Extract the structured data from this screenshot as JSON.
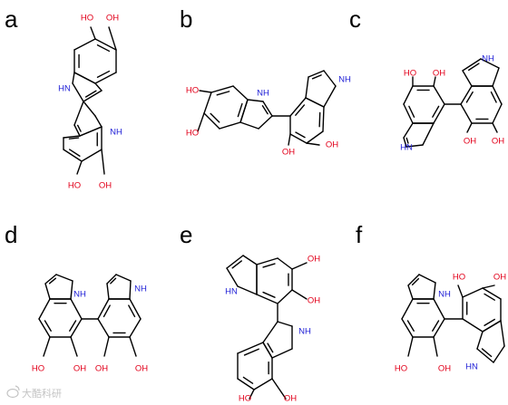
{
  "colors": {
    "bond": "#000000",
    "oxygen": "#e2001a",
    "nitrogen": "#1f1fd6",
    "watermark": "#c4c4c4"
  },
  "labels": {
    "oh": "OH",
    "ho": "HO",
    "nh": "NH",
    "hn": "HN"
  },
  "panels": [
    {
      "label": "a"
    },
    {
      "label": "b"
    },
    {
      "label": "c"
    },
    {
      "label": "d"
    },
    {
      "label": "e"
    },
    {
      "label": "f"
    }
  ],
  "watermark": "大酷科研"
}
